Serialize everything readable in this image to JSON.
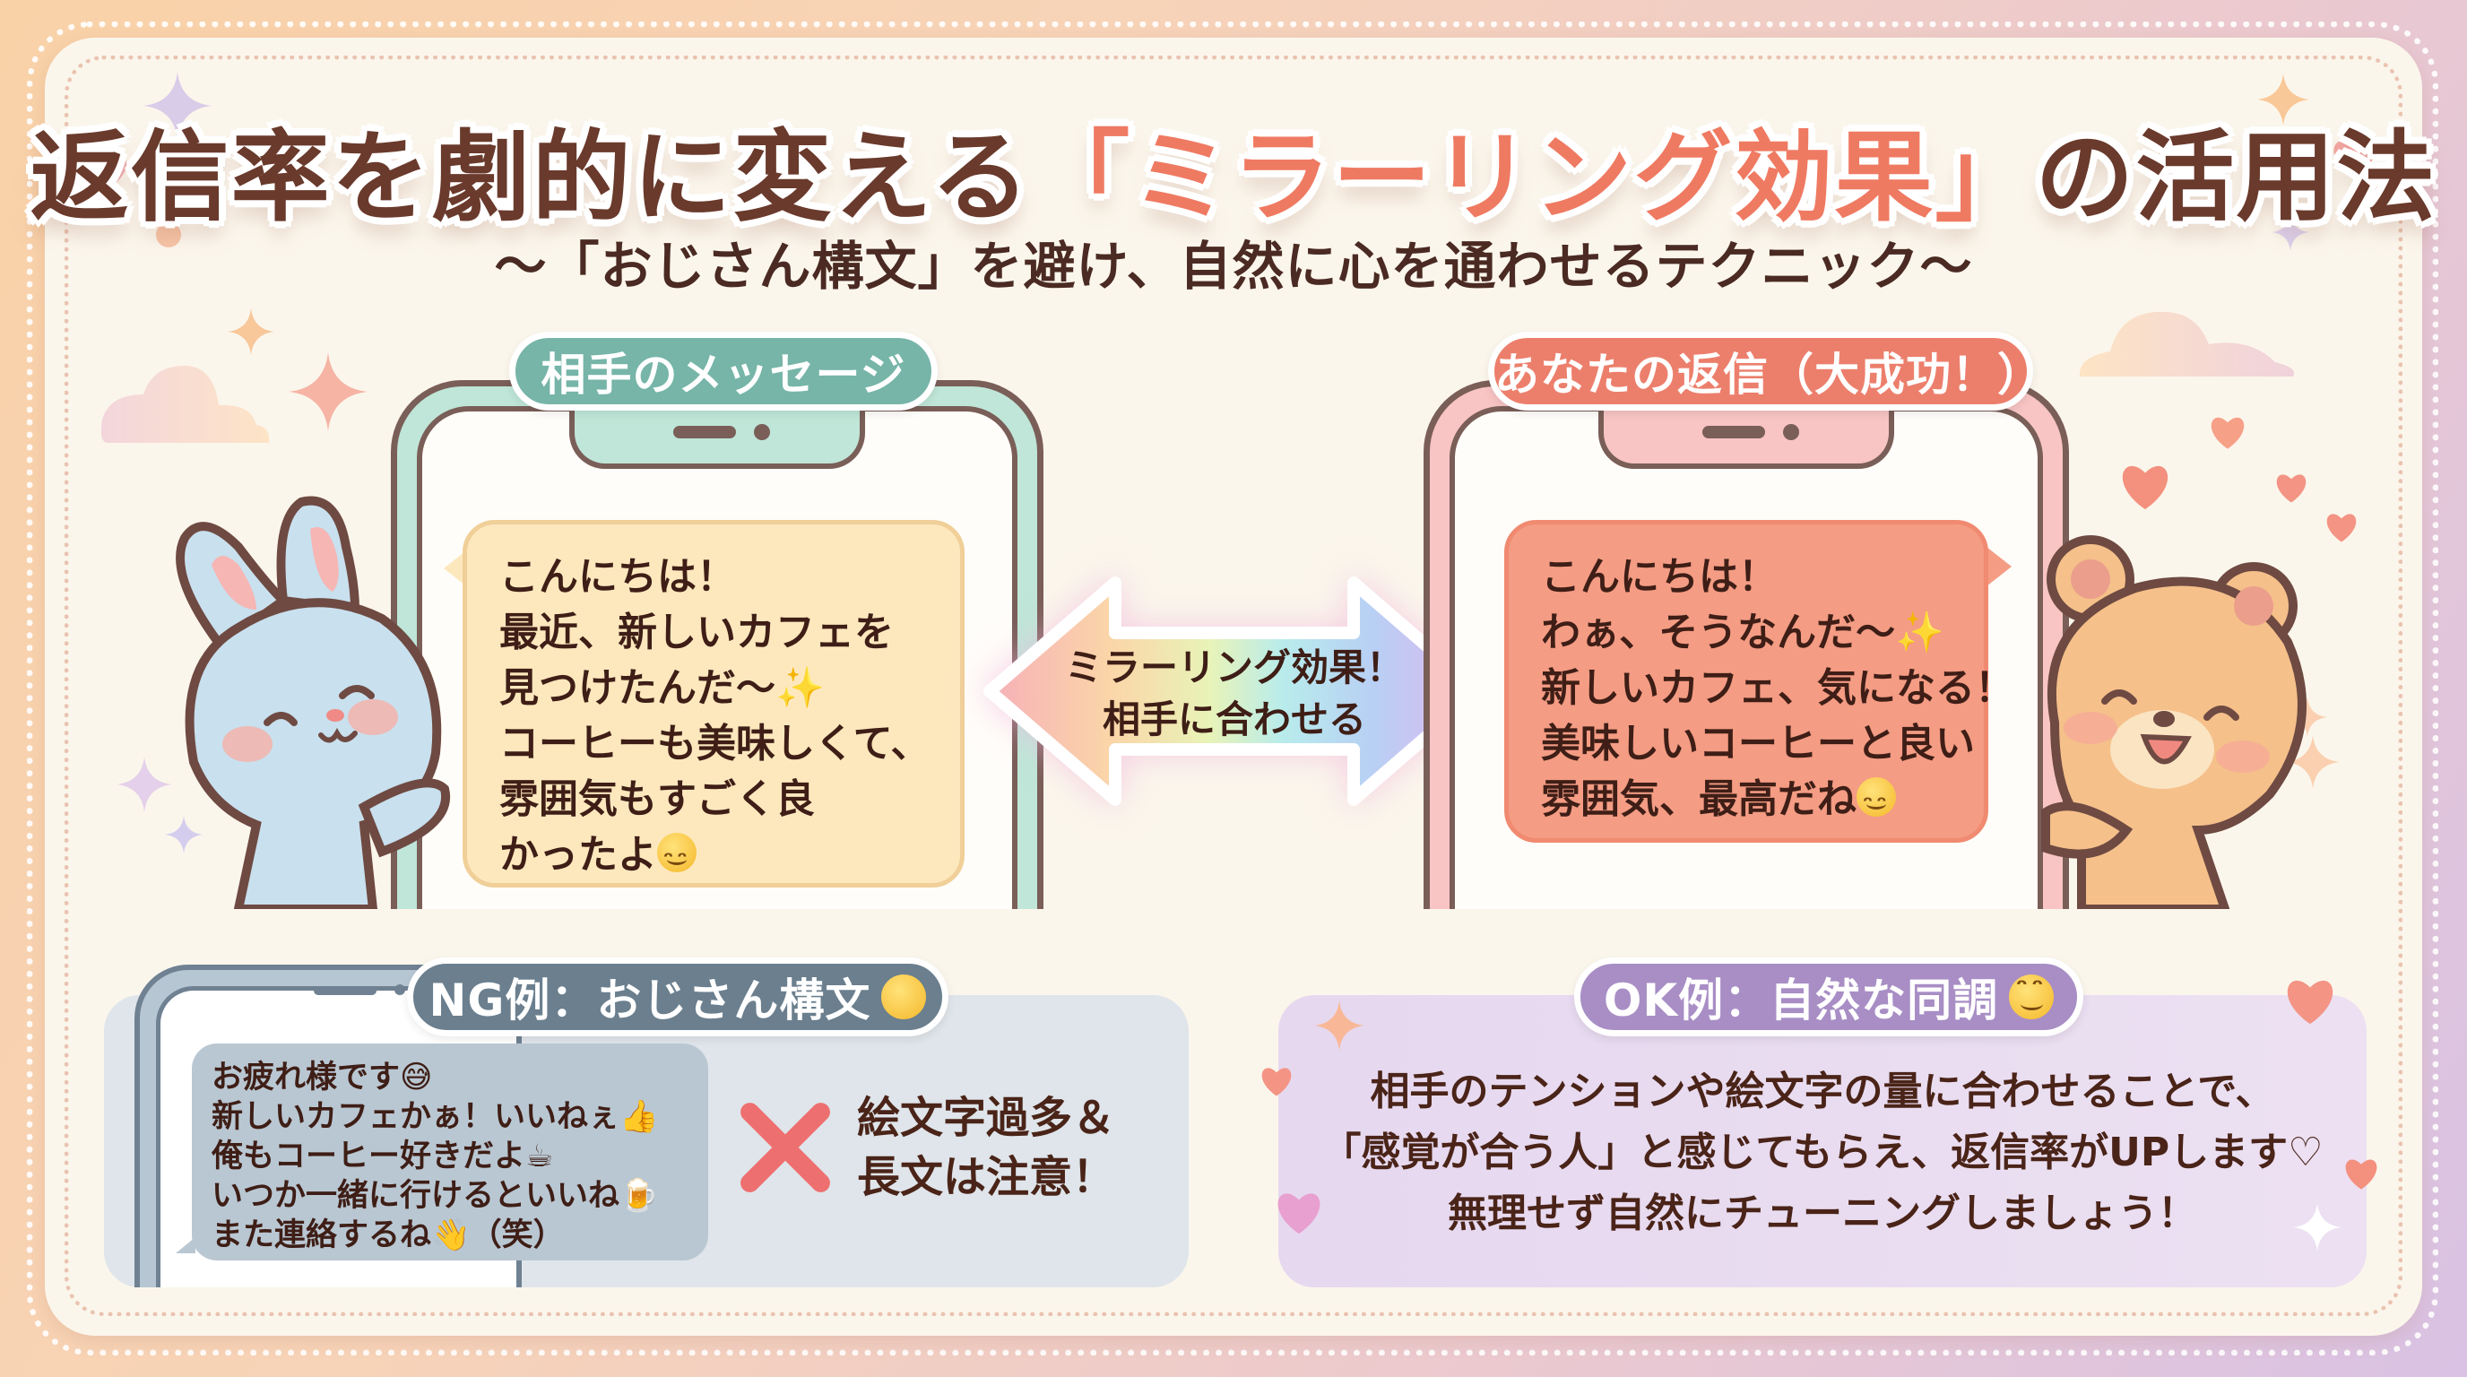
{
  "title": {
    "prefix": "返信率を劇的に変える",
    "accent": "「ミラーリング効果」",
    "suffix": "の活用法"
  },
  "subtitle": "〜「おじさん構文」を避け、自然に心を通わせるテクニック〜",
  "left_panel": {
    "label": "相手のメッセージ",
    "character": "bunny",
    "message_lines": [
      "こんにちは！",
      "最近、新しいカフェを",
      "見つけたんだ〜✨",
      "コーヒーも美味しくて、",
      "雰囲気もすごく良",
      "かったよ"
    ],
    "trailing_emoji": "smiling-face"
  },
  "center_arrow": {
    "line1": "ミラーリング効果！",
    "line2": "相手に合わせる"
  },
  "right_panel": {
    "label": "あなたの返信（大成功！）",
    "character": "bear",
    "message_lines": [
      "こんにちは！",
      "わぁ、そうなんだ〜✨",
      "新しいカフェ、気になる！",
      "美味しいコーヒーと良い",
      "雰囲気、最高だね"
    ],
    "trailing_emoji": "smiling-face"
  },
  "ng_section": {
    "label": "NG例：おじさん構文",
    "label_emoji": "pensive-face",
    "message_lines": [
      "お疲れ様です😅",
      "新しいカフェかぁ！いいねぇ👍",
      "俺もコーヒー好きだよ☕",
      "いつか一緒に行けるといいね🍺",
      "また連絡するね👋（笑）"
    ],
    "warning_icon": "x-mark",
    "warning_lines": [
      "絵文字過多＆",
      "長文は注意！"
    ]
  },
  "ok_section": {
    "label": "OK例：自然な同調",
    "label_emoji": "smiling-face",
    "text_lines": [
      "相手のテンションや絵文字の量に合わせることで、",
      "「感覚が合う人」と感じてもらえ、返信率がUPします♡",
      "無理せず自然にチューニングしましょう！"
    ]
  },
  "colors": {
    "title_brown": "#6a3a2c",
    "title_accent": "#ef7a62",
    "left_pill": "#76b5a8",
    "right_pill": "#ec7f6c",
    "ng_pill": "#6b7f8e",
    "ok_pill": "#a88ec5",
    "card_bg": "#fbf6ec",
    "x_mark": "#ee6f6f"
  }
}
